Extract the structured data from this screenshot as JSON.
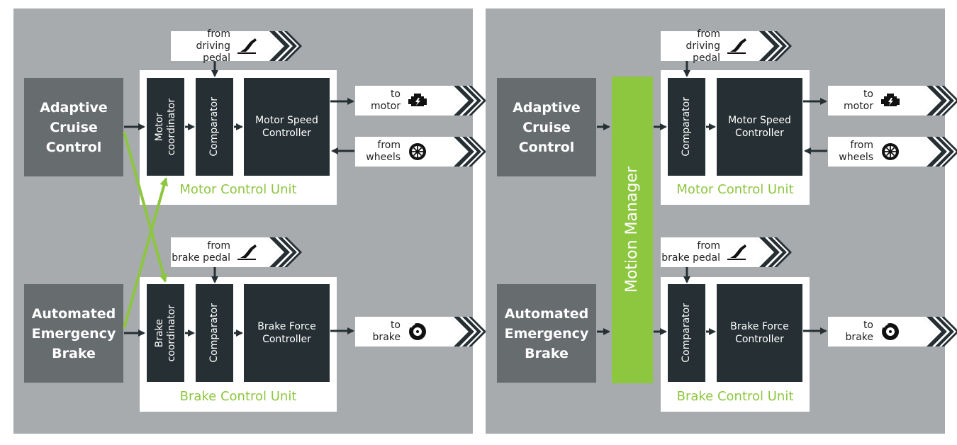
{
  "colors": {
    "panel": "#a7abae",
    "dark_block": "#263034",
    "source_block": "#676c6f",
    "accent": "#8dc63f"
  },
  "left": {
    "acc": [
      "Adaptive",
      "Cruise",
      "Control"
    ],
    "aeb": [
      "Automated",
      "Emergency",
      "Brake"
    ],
    "motor_unit": {
      "coordinator": [
        "Motor",
        "coordinator"
      ],
      "comparator": "Comparator",
      "controller": [
        "Motor Speed",
        "Controller"
      ],
      "label": "Motor Control Unit"
    },
    "brake_unit": {
      "coordinator": [
        "Brake",
        "coordinator"
      ],
      "comparator": "Comparator",
      "controller": [
        "Brake Force",
        "Controller"
      ],
      "label": "Brake Control Unit"
    },
    "tags": {
      "driving_pedal": [
        "from",
        "driving pedal"
      ],
      "brake_pedal": [
        "from",
        "brake pedal"
      ],
      "motor": [
        "to",
        "motor"
      ],
      "wheels": [
        "from",
        "wheels"
      ],
      "brake": [
        "to",
        "brake"
      ]
    }
  },
  "right": {
    "acc": [
      "Adaptive",
      "Cruise",
      "Control"
    ],
    "aeb": [
      "Automated",
      "Emergency",
      "Brake"
    ],
    "motion_manager": "Motion Manager",
    "motor_unit": {
      "comparator": "Comparator",
      "controller": [
        "Motor Speed",
        "Controller"
      ],
      "label": "Motor Control Unit"
    },
    "brake_unit": {
      "comparator": "Comparator",
      "controller": [
        "Brake Force",
        "Controller"
      ],
      "label": "Brake Control Unit"
    },
    "tags": {
      "driving_pedal": [
        "from",
        "driving pedal"
      ],
      "brake_pedal": [
        "from",
        "brake pedal"
      ],
      "motor": [
        "to",
        "motor"
      ],
      "wheels": [
        "from",
        "wheels"
      ],
      "brake": [
        "to",
        "brake"
      ]
    }
  }
}
